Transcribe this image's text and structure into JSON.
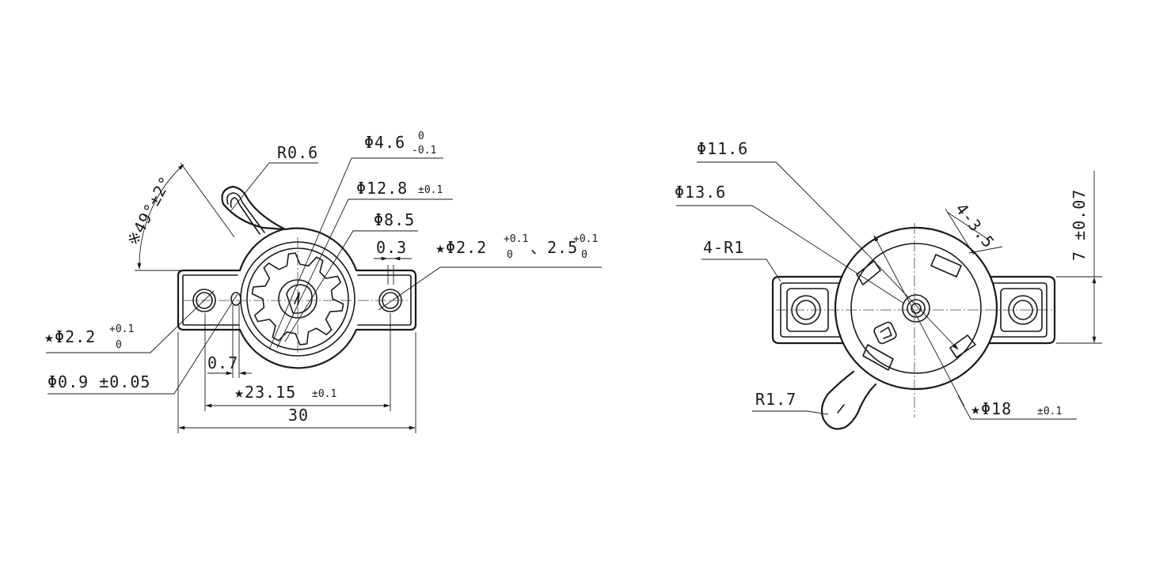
{
  "left_view": {
    "r06": "R0.6",
    "angle": "※49°±2°",
    "d46_main": "Φ4.6",
    "d46_upper": "0",
    "d46_lower": "-0.1",
    "d128_main": "Φ12.8",
    "d128_tol": "±0.1",
    "d85": "Φ8.5",
    "gap03": "0.3",
    "star_right_main": "★Φ2.2",
    "star_right_upper": "+0.1",
    "star_right_lower": "0",
    "star_right_sep": "、2.5",
    "star_right_upper2": "+0.1",
    "star_right_lower2": "0",
    "star_left_main": "★Φ2.2",
    "star_left_upper": "+0.1",
    "star_left_lower": "0",
    "d09": "Φ0.9 ±0.05",
    "dim07": "0.7",
    "dim2315_main": "★23.15",
    "dim2315_tol": "±0.1",
    "dim30": "30"
  },
  "right_view": {
    "d116": "Φ11.6",
    "d136": "Φ13.6",
    "r1": "4-R1",
    "dim435": "4-3.5",
    "dim7": "7 ±0.07",
    "r17": "R1.7",
    "d18_main": "★Φ18",
    "d18_tol": "±0.1"
  }
}
